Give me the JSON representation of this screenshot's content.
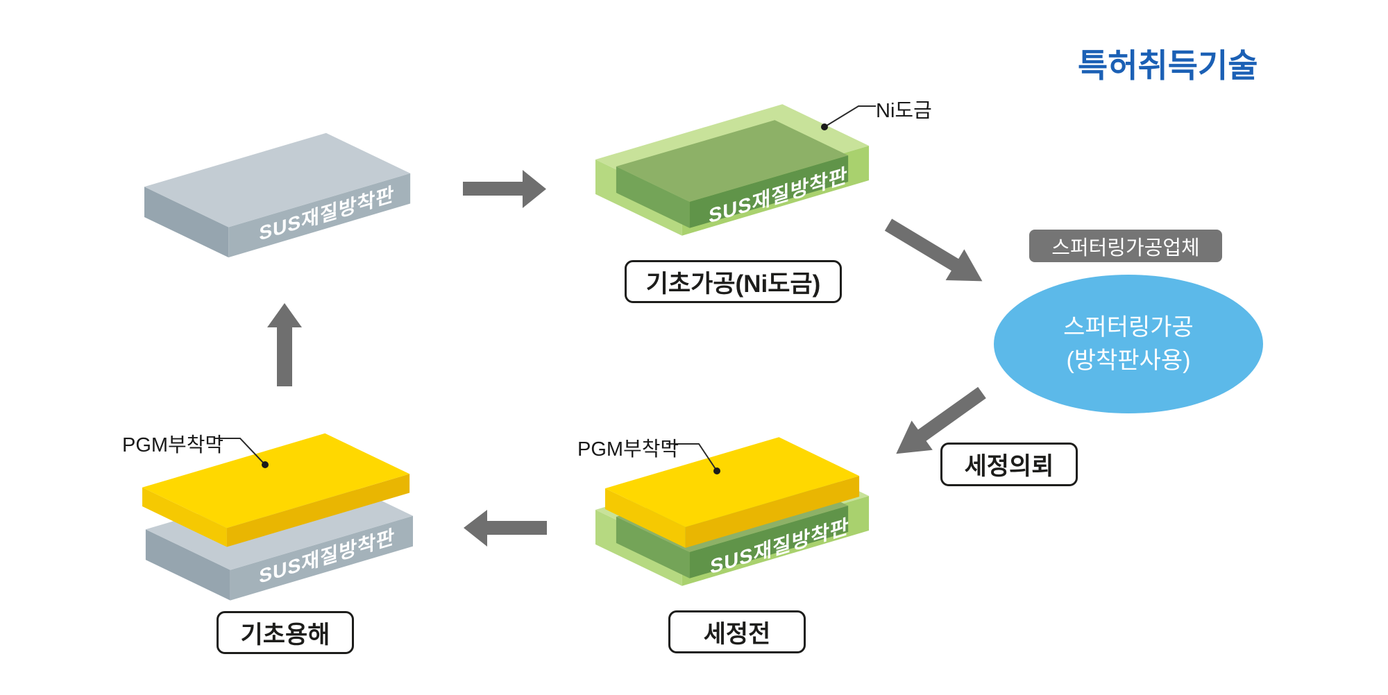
{
  "palette": {
    "title_blue": "#1b60b5",
    "ellipse_blue": "#5cb9e9",
    "tag_gray": "#757575",
    "arrow_gray": "#6f6f6f",
    "ink": "#1d1d1b",
    "plate_gray_top": "#c3ccd3",
    "plate_gray_front": "#a4b2ba",
    "plate_gray_side": "#96a5af",
    "shell_green_top": "#c8e29a",
    "shell_green_front": "#a9d16e",
    "shell_green_side": "#b6d981",
    "inner_green_top": "#8db167",
    "inner_green_front": "#609449",
    "inner_green_side": "#74a458",
    "pgm_yellow_top": "#ffd800",
    "pgm_yellow_front": "#e9b602",
    "pgm_yellow_side": "#f5c902"
  },
  "header": {
    "title": "특허취득기술"
  },
  "flow": {
    "raw_plate": {
      "plate_label": "SUS재질방착판"
    },
    "plated": {
      "plate_label": "SUS재질방착판",
      "callout": "Ni도금",
      "caption": "기초가공(Ni도금)"
    },
    "sputtering": {
      "tag": "스퍼터링가공업체",
      "ellipse_line1": "스퍼터링가공",
      "ellipse_line2": "(방착판사용)"
    },
    "cleaning_request": {
      "label": "세정의뢰"
    },
    "before_cleaning": {
      "plate_label": "SUS재질방착판",
      "callout": "PGM부착막",
      "caption": "세정전"
    },
    "dissolving": {
      "plate_label": "SUS재질방착판",
      "callout": "PGM부착막",
      "caption": "기초용해"
    }
  }
}
